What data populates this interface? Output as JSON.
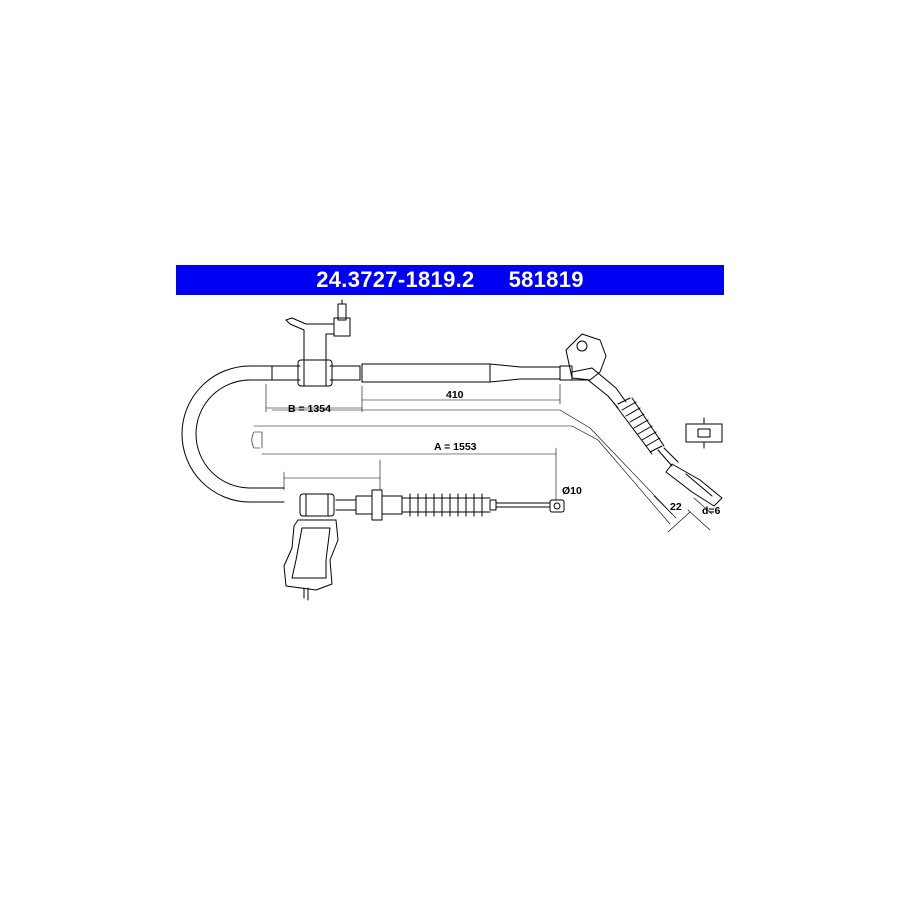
{
  "header": {
    "part_number": "24.3727-1819.2",
    "ref_number": "581819",
    "background": "#0000f2",
    "text_color": "#ffffff"
  },
  "dimensions": {
    "b_label": "B = 1354",
    "seg_label": "410",
    "a_label": "A = 1553",
    "dia_label": "Ø10",
    "end_label": "22",
    "d_label": "d=6"
  }
}
